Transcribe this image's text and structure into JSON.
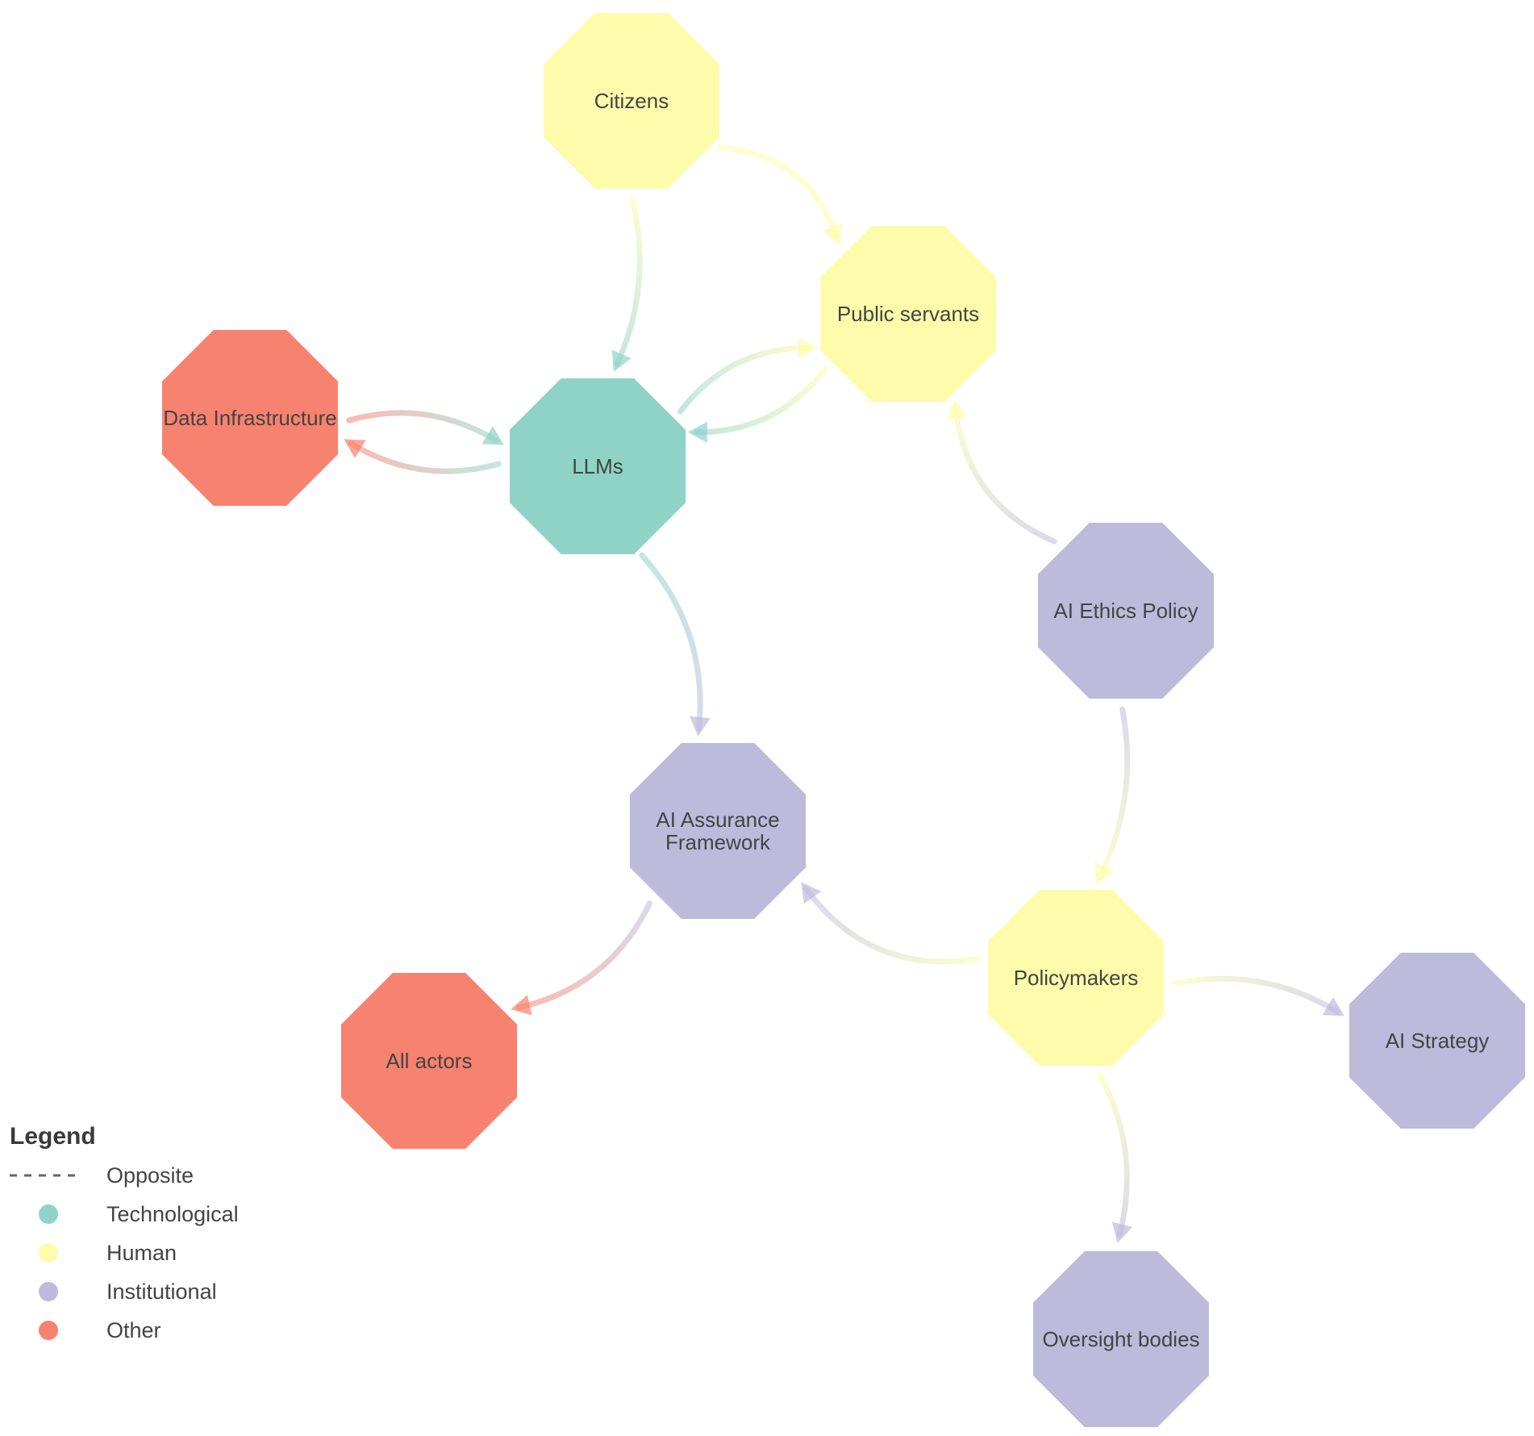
{
  "colors": {
    "Technological": "#8FD3C6",
    "Human": "#FCFCAB",
    "Institutional": "#BDBADB",
    "Other": "#F7826F",
    "opposite_line": "#666666"
  },
  "nodes": [
    {
      "id": "citizens",
      "label": [
        "Citizens"
      ],
      "category": "Human"
    },
    {
      "id": "public-servants",
      "label": [
        "Public servants"
      ],
      "category": "Human"
    },
    {
      "id": "data-infrastructure",
      "label": [
        "Data Infrastructure"
      ],
      "category": "Other"
    },
    {
      "id": "llms",
      "label": [
        "LLMs"
      ],
      "category": "Technological"
    },
    {
      "id": "ai-ethics-policy",
      "label": [
        "AI Ethics Policy"
      ],
      "category": "Institutional"
    },
    {
      "id": "ai-assurance-framework",
      "label": [
        "AI Assurance",
        "Framework"
      ],
      "category": "Institutional"
    },
    {
      "id": "policymakers",
      "label": [
        "Policymakers"
      ],
      "category": "Human"
    },
    {
      "id": "all-actors",
      "label": [
        "All actors"
      ],
      "category": "Other"
    },
    {
      "id": "ai-strategy",
      "label": [
        "AI Strategy"
      ],
      "category": "Institutional"
    },
    {
      "id": "oversight-bodies",
      "label": [
        "Oversight bodies"
      ],
      "category": "Institutional"
    }
  ],
  "edges": [
    {
      "from": "citizens",
      "to": "public-servants"
    },
    {
      "from": "citizens",
      "to": "llms"
    },
    {
      "from": "llms",
      "to": "public-servants"
    },
    {
      "from": "public-servants",
      "to": "llms"
    },
    {
      "from": "data-infrastructure",
      "to": "llms"
    },
    {
      "from": "llms",
      "to": "data-infrastructure"
    },
    {
      "from": "llms",
      "to": "ai-assurance-framework"
    },
    {
      "from": "ai-ethics-policy",
      "to": "public-servants"
    },
    {
      "from": "ai-ethics-policy",
      "to": "policymakers"
    },
    {
      "from": "policymakers",
      "to": "ai-assurance-framework"
    },
    {
      "from": "ai-assurance-framework",
      "to": "all-actors"
    },
    {
      "from": "policymakers",
      "to": "ai-strategy"
    },
    {
      "from": "policymakers",
      "to": "oversight-bodies"
    }
  ],
  "legend": {
    "title": "Legend",
    "items": [
      {
        "label": "Opposite",
        "kind": "dashed"
      },
      {
        "label": "Technological",
        "kind": "dot",
        "category": "Technological"
      },
      {
        "label": "Human",
        "kind": "dot",
        "category": "Human"
      },
      {
        "label": "Institutional",
        "kind": "dot",
        "category": "Institutional"
      },
      {
        "label": "Other",
        "kind": "dot",
        "category": "Other"
      }
    ]
  }
}
